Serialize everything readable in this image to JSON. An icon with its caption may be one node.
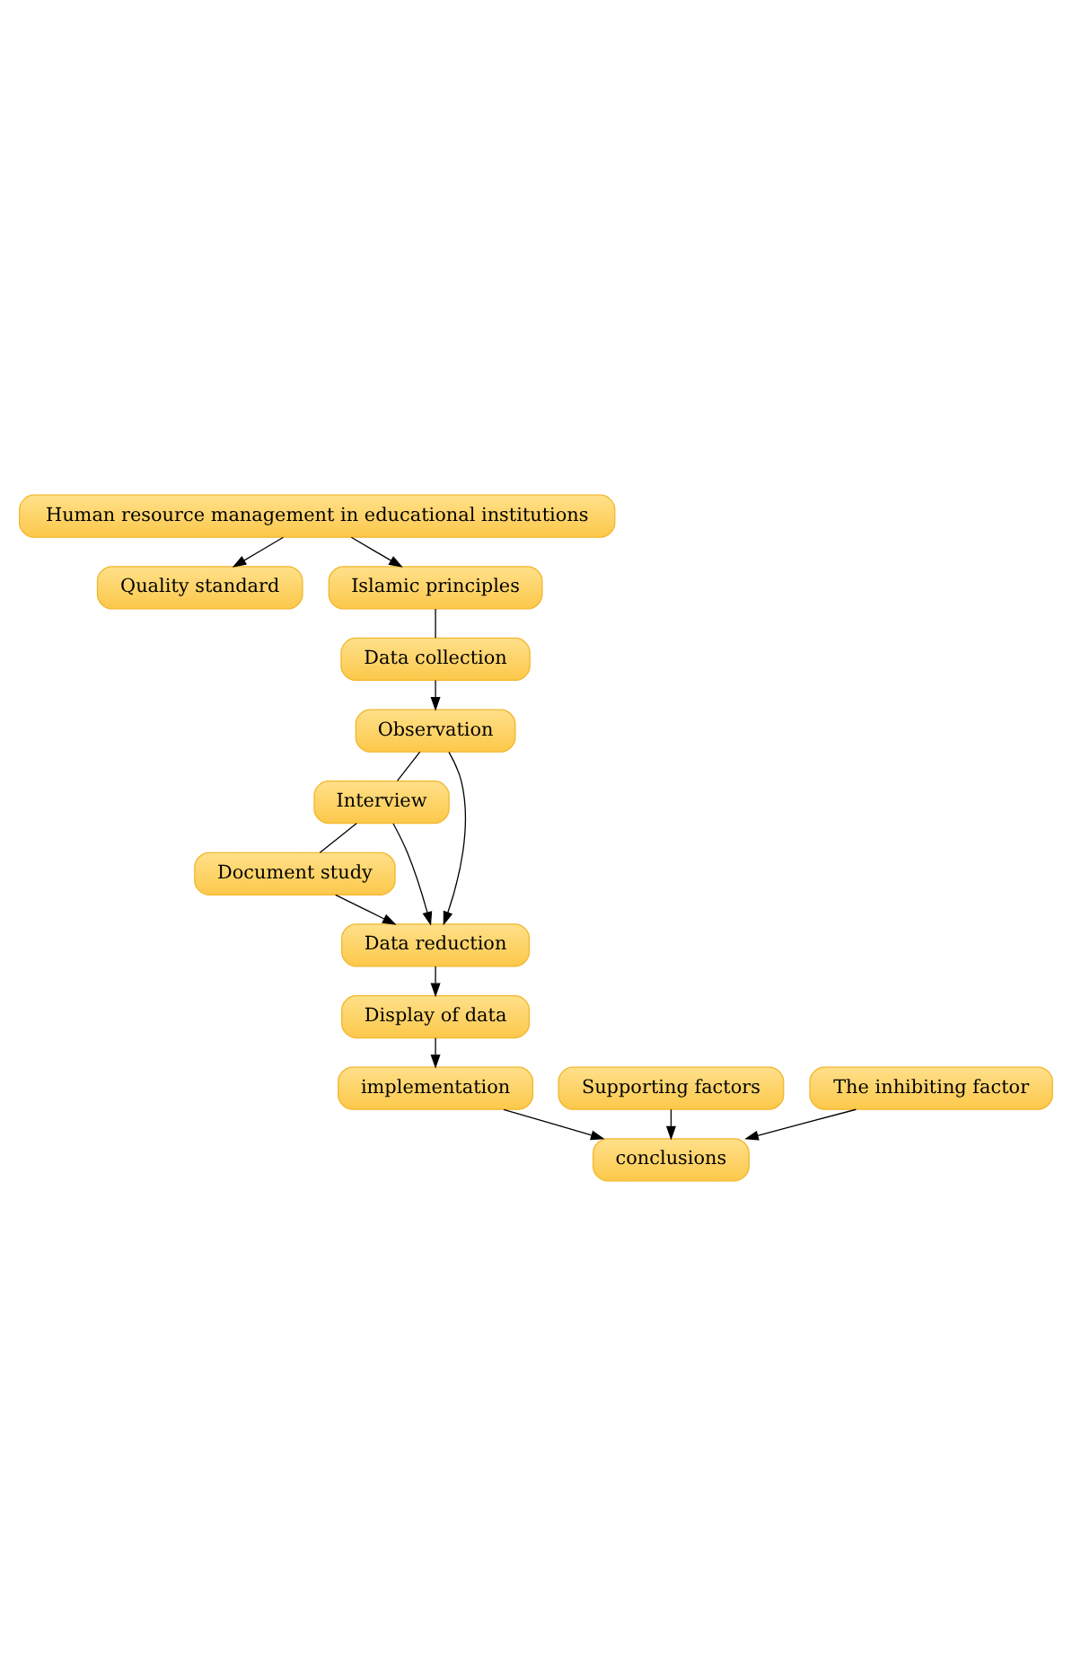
{
  "diagram": {
    "nodes": [
      {
        "text": [
          "Human resource management in educational institutions"
        ]
      },
      {
        "text": [
          "Quality standard"
        ]
      },
      {
        "text": [
          "Islamic principles"
        ]
      },
      {
        "text": [
          "Data collection"
        ]
      },
      {
        "text": [
          "Observation"
        ]
      },
      {
        "text": [
          "Interview"
        ]
      },
      {
        "text": [
          "Document study"
        ]
      },
      {
        "text": [
          "Data reduction"
        ]
      },
      {
        "text": [
          "Display of data"
        ]
      },
      {
        "text": [
          "implementation"
        ]
      },
      {
        "text": [
          "Supporting factors"
        ]
      },
      {
        "text": [
          "The inhibiting factor"
        ]
      },
      {
        "text": [
          "conclusions"
        ]
      }
    ],
    "edges": [
      {
        "from": 0,
        "to": 1,
        "arrow": "to"
      },
      {
        "from": 0,
        "to": 2,
        "arrow": "to"
      },
      {
        "from": 2,
        "to": 3,
        "arrow": "none"
      },
      {
        "from": 3,
        "to": 4,
        "arrow": "to"
      },
      {
        "from": 4,
        "to": 5,
        "arrow": "none"
      },
      {
        "from": 5,
        "to": 6,
        "arrow": "none"
      },
      {
        "from": 4,
        "to": 7,
        "arrow": "to"
      },
      {
        "from": 5,
        "to": 7,
        "arrow": "to"
      },
      {
        "from": 6,
        "to": 7,
        "arrow": "to"
      },
      {
        "from": 7,
        "to": 8,
        "arrow": "to"
      },
      {
        "from": 8,
        "to": 9,
        "arrow": "to"
      },
      {
        "from": 9,
        "to": 12,
        "arrow": "to"
      },
      {
        "from": 10,
        "to": 12,
        "arrow": "to"
      },
      {
        "from": 11,
        "to": 12,
        "arrow": "to"
      }
    ]
  }
}
